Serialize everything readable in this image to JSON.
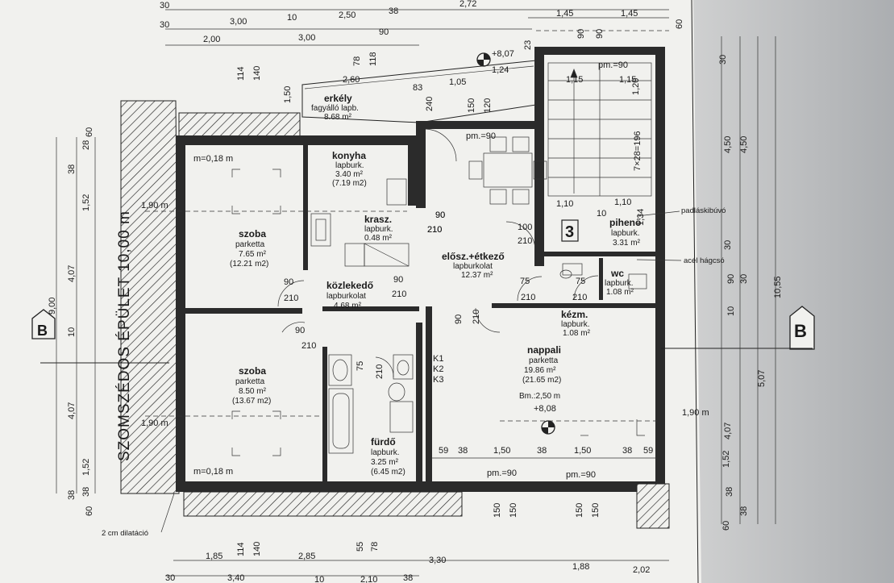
{
  "neighbor_building": "SZOMSZÉDOS ÉPÜLET 10,00 m",
  "section_marker": "B",
  "level_marker": "3",
  "rooms": [
    {
      "id": "erkely",
      "name": "erkély",
      "lines": [
        "fagyálló lapb.",
        "8.68 m²"
      ]
    },
    {
      "id": "konyha",
      "name": "konyha",
      "lines": [
        "lapburk.",
        "3.40 m²",
        "(7.19 m2)"
      ]
    },
    {
      "id": "szoba1",
      "name": "szoba",
      "lines": [
        "parketta",
        "7.65 m²",
        "(12.21 m2)"
      ]
    },
    {
      "id": "krasz",
      "name": "krasz.",
      "lines": [
        "lapburk.",
        "0.48 m²"
      ]
    },
    {
      "id": "eloszet",
      "name": "elősz.+étkező",
      "lines": [
        "lapburkolat",
        "12.37 m²"
      ]
    },
    {
      "id": "kozlekedo",
      "name": "közlekedő",
      "lines": [
        "lapburkolat",
        "4.68 m²"
      ]
    },
    {
      "id": "piheno",
      "name": "pihenő",
      "lines": [
        "lapburk.",
        "3.31 m²"
      ]
    },
    {
      "id": "wc",
      "name": "wc",
      "lines": [
        "lapburk.",
        "1.08 m²"
      ]
    },
    {
      "id": "kezm",
      "name": "kézm.",
      "lines": [
        "lapburk.",
        "1.08 m²"
      ]
    },
    {
      "id": "nappali",
      "name": "nappali",
      "lines": [
        "parketta",
        "19.86 m²",
        "(21.65 m2)",
        "Bm.:2,50 m"
      ]
    },
    {
      "id": "szoba2",
      "name": "szoba",
      "lines": [
        "parketta",
        "8.50 m²",
        "(13.67 m2)"
      ]
    },
    {
      "id": "furdo",
      "name": "fürdő",
      "lines": [
        "lapburk.",
        "3.25 m²",
        "(6.45 m2)"
      ]
    }
  ],
  "annotations": {
    "m1": "m=0,18 m",
    "m2": "m=0,18 m",
    "h1": "1,90 m",
    "h2": "1,90 m",
    "h3": "1,90 m",
    "elev_top": "+8,07",
    "elev_nappali": "+8,08",
    "pm_top": "pm.=90",
    "pm_stair": "pm.=90",
    "pm_b1": "pm.=90",
    "pm_b2": "pm.=90",
    "padlas": "padláskibúvó",
    "hagcso": "acél hágcsó",
    "dilat": "2 cm dilatáció",
    "stair": "7×28=196",
    "k1": "K1",
    "k2": "K2",
    "k3": "K3"
  },
  "doors": [
    "90",
    "210",
    "90",
    "210",
    "90",
    "210",
    "90",
    "210",
    "90",
    "210",
    "100",
    "210",
    "75",
    "210",
    "75",
    "210",
    "75",
    "210",
    "90",
    "210"
  ],
  "dims_top": [
    "30",
    "3,00",
    "10",
    "2,50",
    "38",
    "2,72",
    "1,45",
    "1,45",
    "30",
    "2,00",
    "3,00",
    "90",
    "23",
    "90",
    "90",
    "60",
    "114",
    "140",
    "78",
    "118",
    "2,60",
    "83",
    "1,05",
    "1,24",
    "1,50",
    "240",
    "150",
    "120",
    "1,15",
    "1,15",
    "1,20",
    "1,10",
    "1,10",
    "1,34",
    "10"
  ],
  "dims_left": [
    "60",
    "28",
    "38",
    "1,52",
    "4,07",
    "9,00",
    "10",
    "4,07",
    "1,52",
    "38",
    "60",
    "38"
  ],
  "dims_right": [
    "30",
    "4,50",
    "4,50",
    "30",
    "90",
    "30",
    "10",
    "10,55",
    "4,07",
    "5,07",
    "1,52",
    "38",
    "60",
    "38"
  ],
  "dims_bottom": [
    "59",
    "38",
    "1,50",
    "38",
    "1,50",
    "38",
    "59",
    "150",
    "150",
    "150",
    "150",
    "114",
    "140",
    "55",
    "78",
    "1,85",
    "2,85",
    "3,30",
    "1,88",
    "2,02",
    "30",
    "3,40",
    "10",
    "2,10",
    "38"
  ]
}
